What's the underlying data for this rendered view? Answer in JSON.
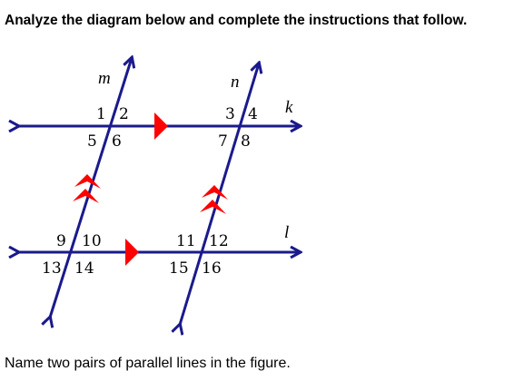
{
  "instructions": "Analyze the diagram below and complete the instructions that follow.",
  "question": "Name two pairs of parallel lines in the figure.",
  "diagram": {
    "line_names": {
      "m": "m",
      "n": "n",
      "k": "k",
      "l": "l"
    },
    "angles": {
      "a1": "1",
      "a2": "2",
      "a3": "3",
      "a4": "4",
      "a5": "5",
      "a6": "6",
      "a7": "7",
      "a8": "8",
      "a9": "9",
      "a10": "10",
      "a11": "11",
      "a12": "12",
      "a13": "13",
      "a14": "14",
      "a15": "15",
      "a16": "16"
    },
    "colors": {
      "line": "#1a1a8c",
      "marker": "#ff0000"
    }
  }
}
